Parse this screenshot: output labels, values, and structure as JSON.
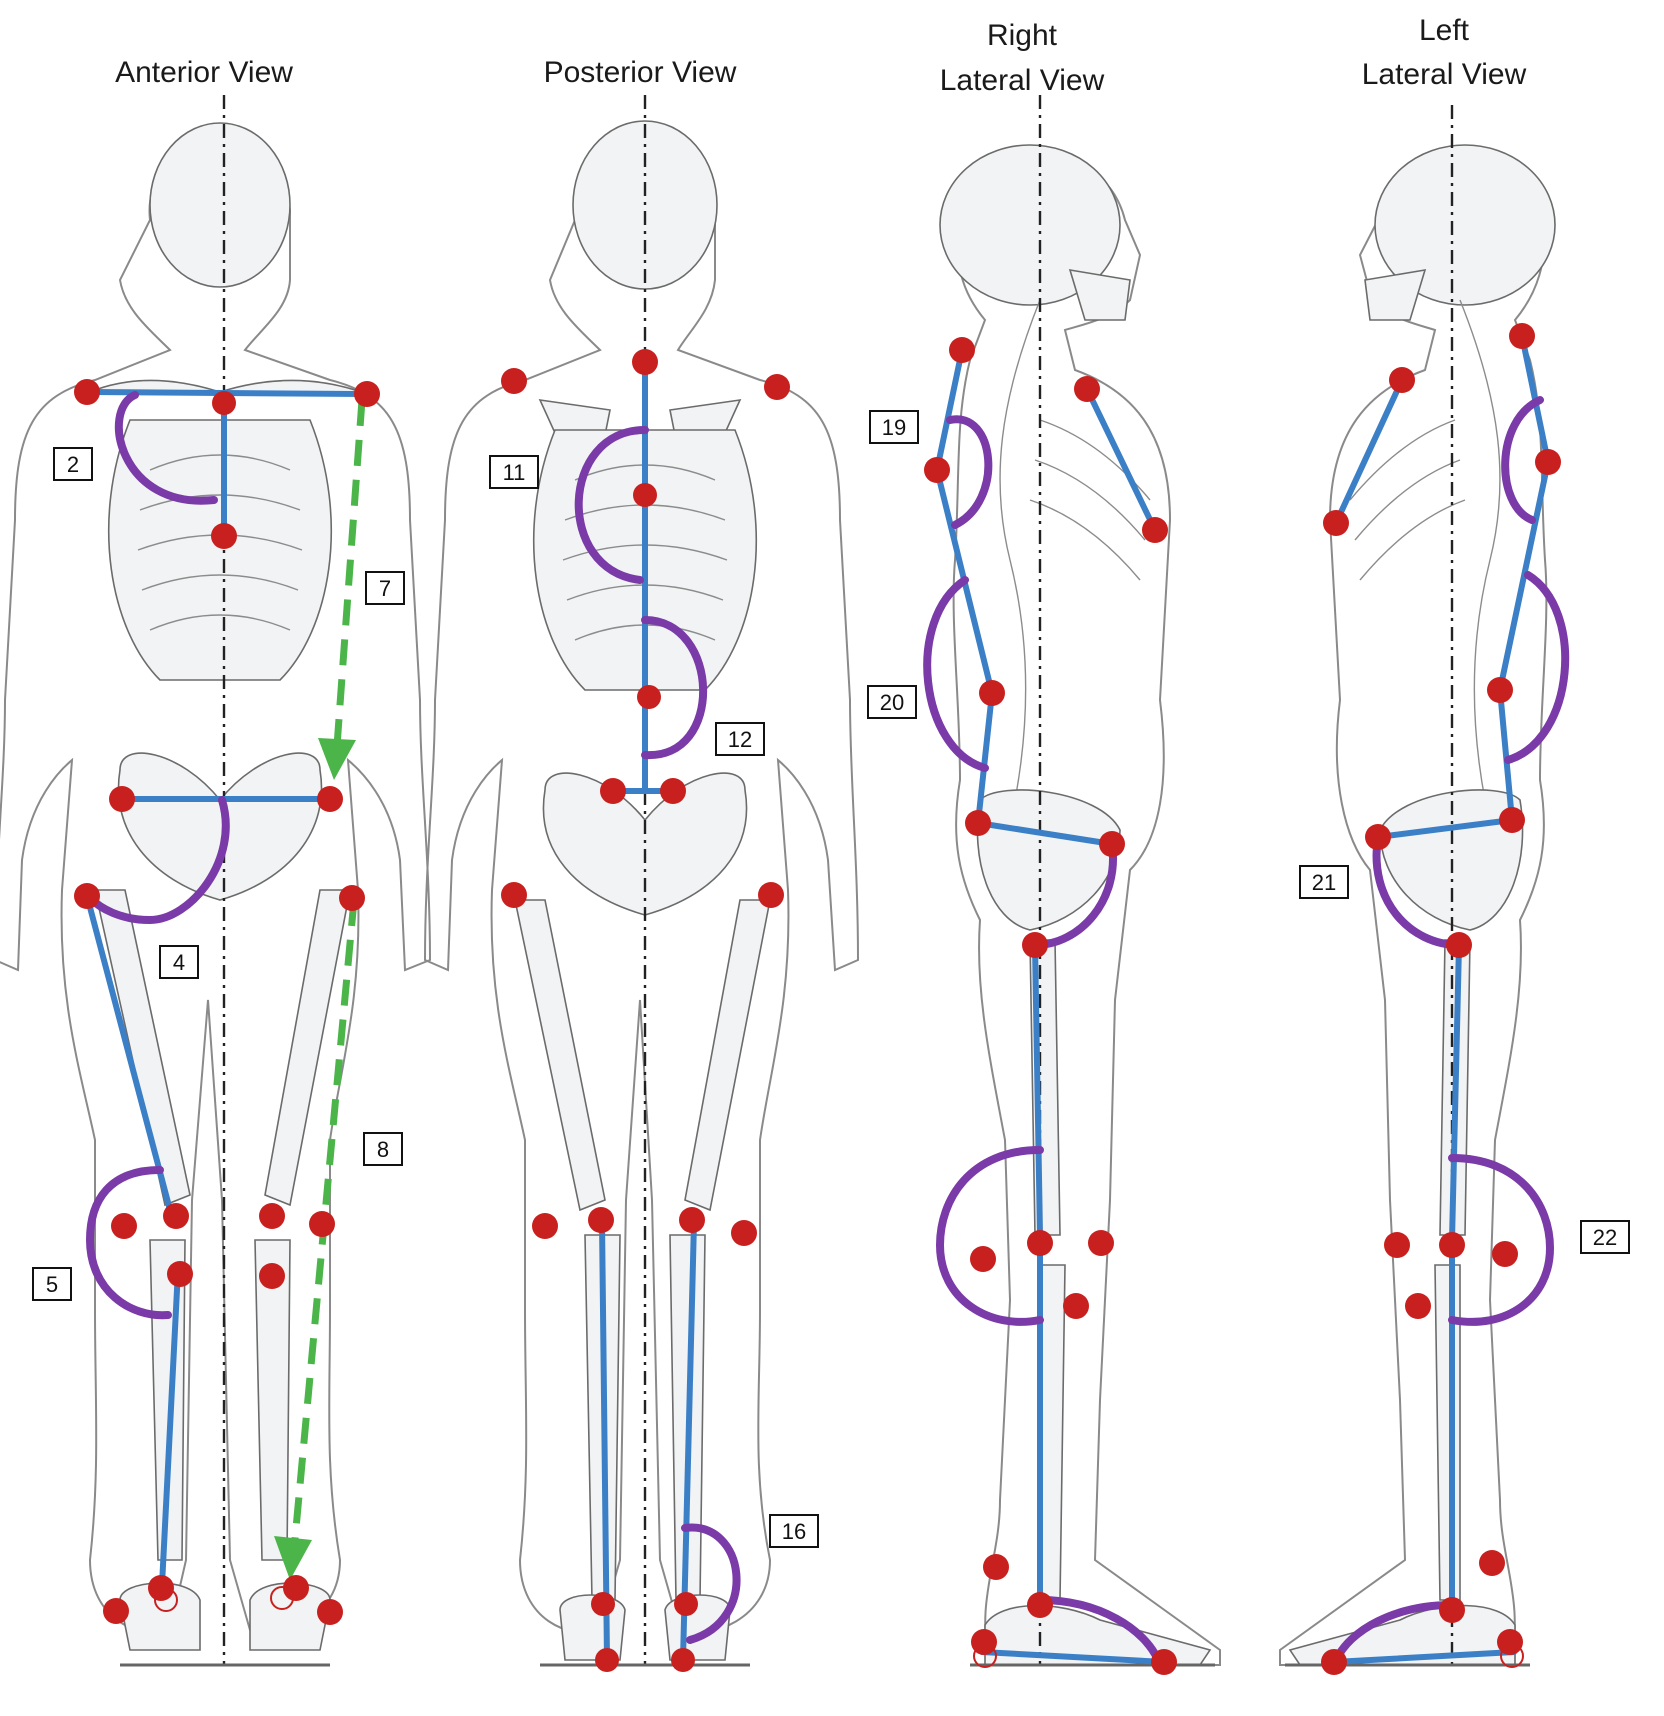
{
  "views": [
    {
      "id": "anterior",
      "title_lines": [
        "Anterior View"
      ]
    },
    {
      "id": "posterior",
      "title_lines": [
        "Posterior View"
      ]
    },
    {
      "id": "right-lateral",
      "title_lines": [
        "Right",
        "Lateral View"
      ]
    },
    {
      "id": "left-lateral",
      "title_lines": [
        "Left",
        "Lateral View"
      ]
    }
  ],
  "labels": [
    "2",
    "4",
    "5",
    "7",
    "8",
    "11",
    "12",
    "16",
    "19",
    "20",
    "21",
    "22"
  ],
  "colors": {
    "marker": "#c8201e",
    "segment": "#3b7fc6",
    "angle_arc": "#7a3aa8",
    "guide_arrow": "#4bb54a",
    "midline": "#222222"
  }
}
